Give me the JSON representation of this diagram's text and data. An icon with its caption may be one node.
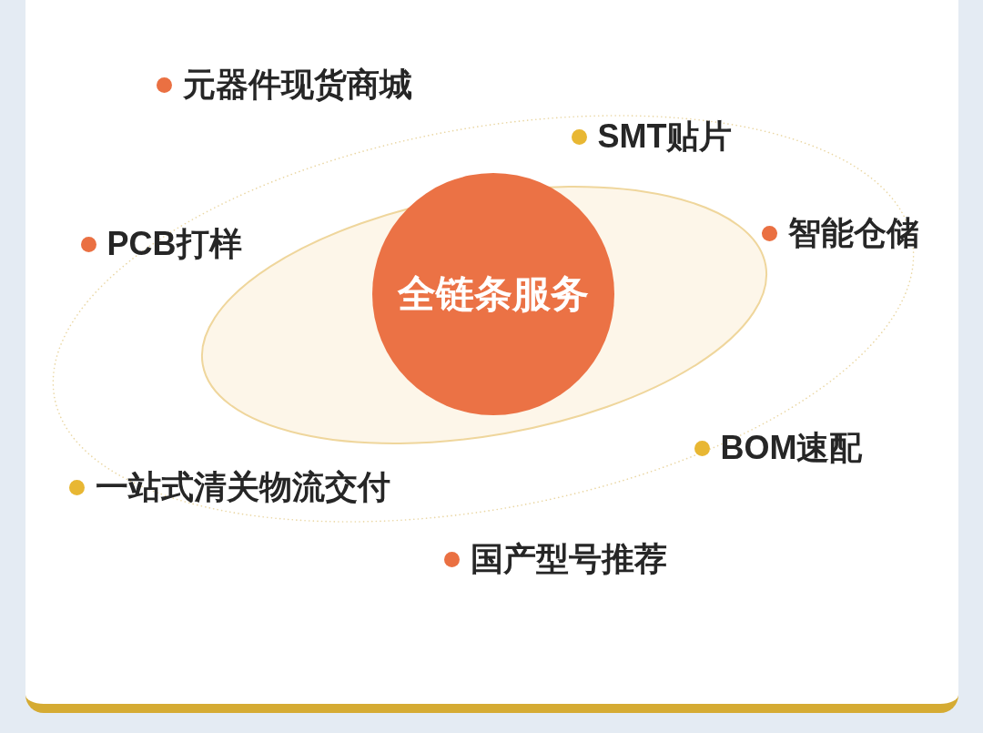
{
  "diagram": {
    "nodes": [
      {
        "text": [
          "全链条服务"
        ]
      }
    ],
    "labels": [
      "元器件现货商城",
      "SMT贴片",
      "PCB打样",
      "智能仓储",
      "BOM速配",
      "一站式清关物流交付",
      "国产型号推荐"
    ]
  }
}
